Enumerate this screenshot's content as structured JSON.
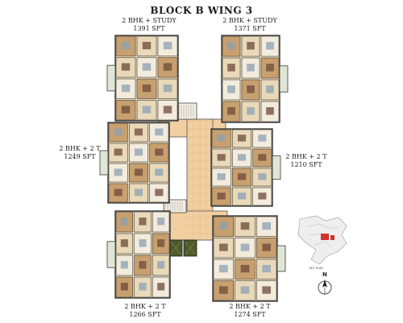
{
  "title": "BLOCK B WING 3",
  "units": [
    {
      "type": "2 BHK + STUDY",
      "area": "1391 SFT"
    },
    {
      "type": "2 BHK + STUDY",
      "area": "1371 SFT"
    },
    {
      "type": "2 BHK + 2 T",
      "area": "1249 SFT"
    },
    {
      "type": "2 BHK + 2 T",
      "area": "1210 SFT"
    },
    {
      "type": "2 BHK + 2 T",
      "area": "1266 SFT"
    },
    {
      "type": "2 BHK + 2 T",
      "area": "1274 SFT"
    }
  ],
  "key_plan_label": "KEY PLAN",
  "north_label": "N",
  "colors": {
    "wall": "#3a3a3a",
    "floor_wood": "#c89f6e",
    "floor_tile": "#e9d9b8",
    "corridor": "#f2cfa0",
    "balcony": "#dfe6d6",
    "lift": "#4d5a2a",
    "keyplan_highlight": "#d0312d"
  }
}
